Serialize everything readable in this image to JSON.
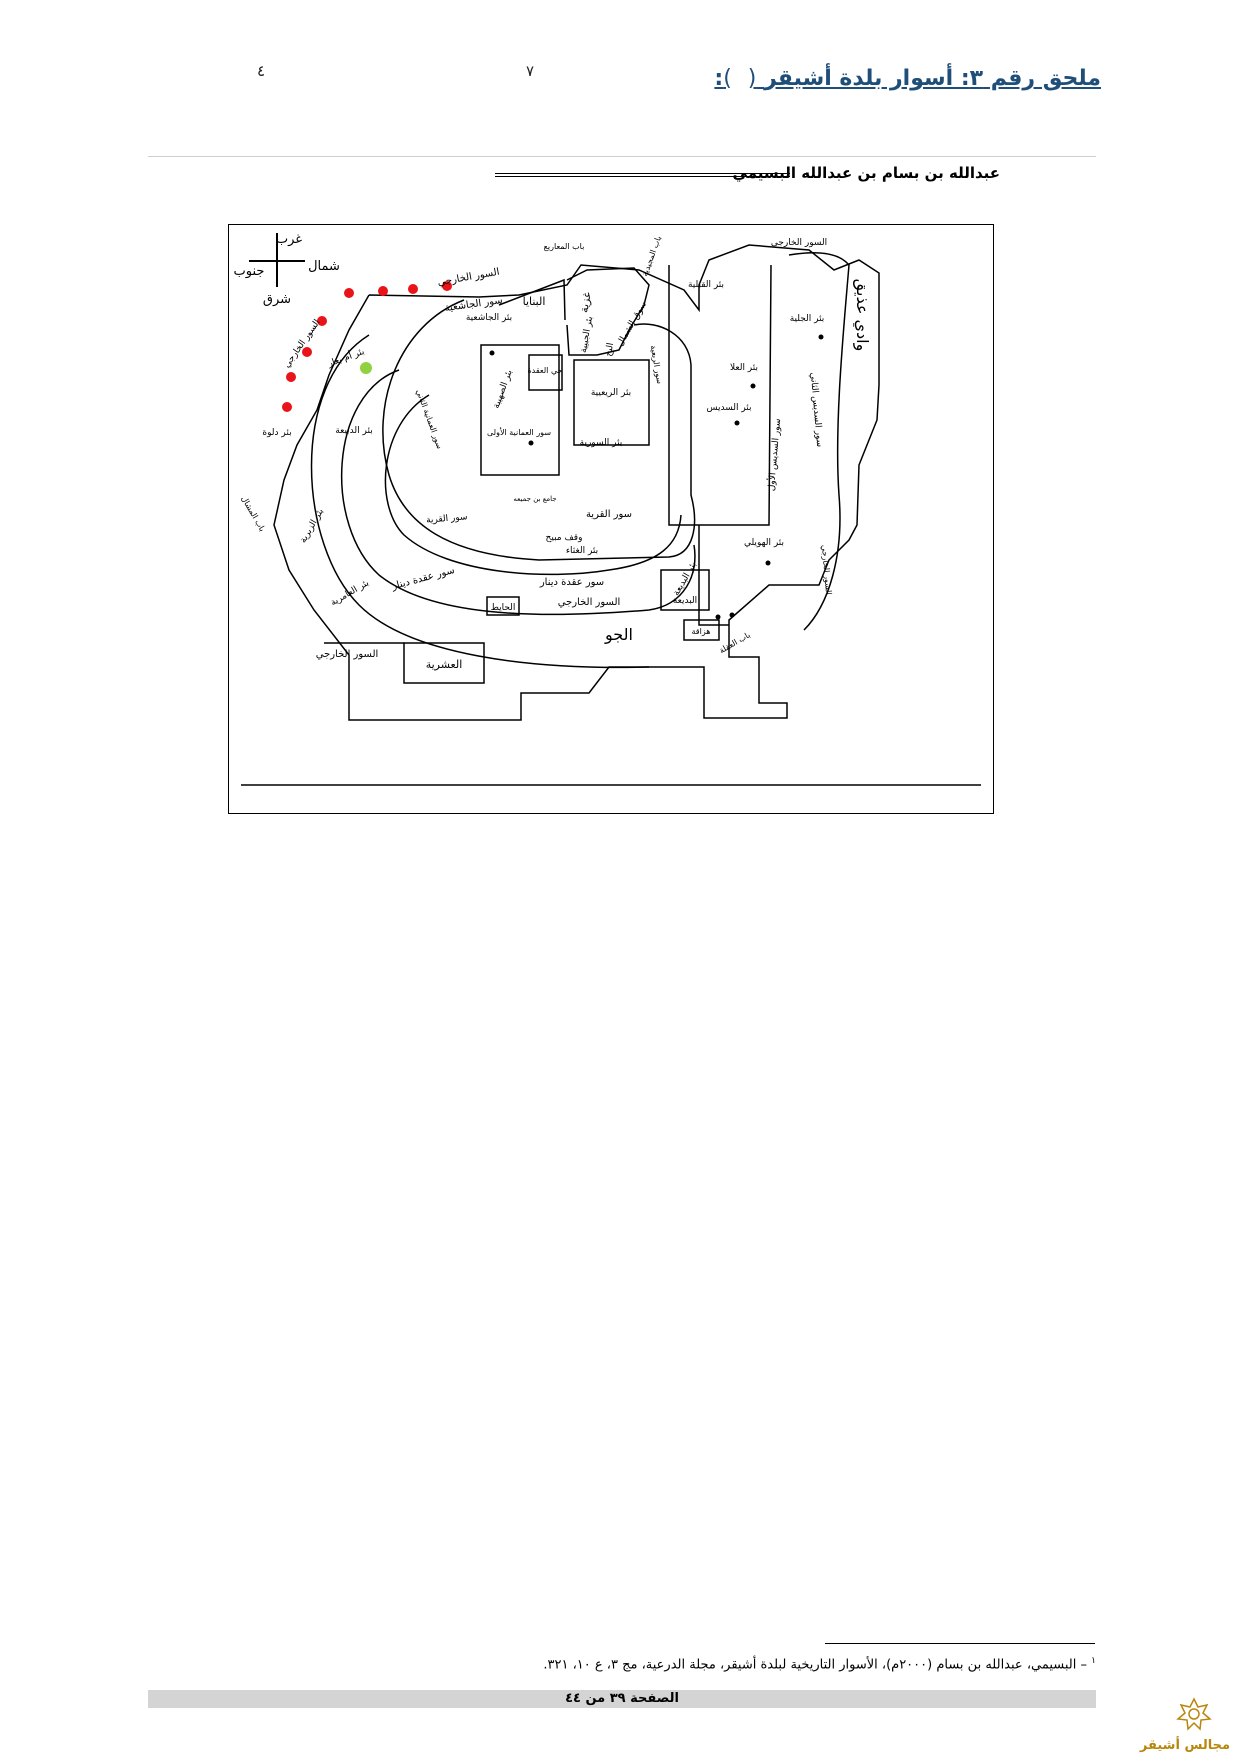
{
  "header": {
    "title": "ملحق رقم ٣: أسوار بلدة أشيقر",
    "footnote_ref_open": "(",
    "footnote_ref_close": ")",
    "colon": ":",
    "mark_right": "٧",
    "mark_left": "٤"
  },
  "author": "عبدالله بن بسام بن عبدالله البسيمي",
  "map": {
    "compass": {
      "west": "غرب",
      "north": "شمال",
      "south": "جنوب",
      "east": "شرق"
    },
    "labels": {
      "bab_almarakib": "باب المعاريع",
      "bab_top": "باب المجيدية",
      "outer_wall_right": "السور الخارجي",
      "albanaya": "البنايا",
      "ghazzia": "غزية",
      "sur_aljasheia": "سور الجاشعية",
      "bir_aljasheia": "بئر الجاشعية",
      "bir_aljubaiya": "بئر الجبيية",
      "albukh": "البخ",
      "sur_alshamal": "سوق الشمال",
      "hayy_aluqda": "حي العقدة",
      "bir_alsuhaibah": "بئر الصهيبة",
      "sur_alumaniya_1": "سور العمانية الأولى",
      "sur_alumaniya_2": "سور العمانية الثاني",
      "bir_ubayd": "بئر أم بعار",
      "outer_wall_left": "السور الخارجي",
      "bir_duluwa": "بئر دلوة",
      "bir_aldubaiya": "بئر الدبيعة",
      "bir_alriyadiya": "بئر الريعيية",
      "sur_alriyadiya": "سور الربعية",
      "bir_alsuriya": "بئر السورية",
      "jami": "جامع بن جميعه",
      "sur_alqarya_1": "سور القرية",
      "sur_alqarya_2": "سور القرية",
      "waqf_mubayyah": "وقف مبيح",
      "bir_alghathaa": "بئر الغثاء",
      "bab_almeshal": "باب المشال",
      "bir_alzabriya": "بئر الزبرية",
      "sur_aqda_dinar_1": "سور عقدة دينار",
      "sur_aqda_dinar_2": "سور عقدة دينار",
      "bir_alamiriya": "بئر العامرية",
      "alhayit": "الحايط",
      "sur_kharji_bottom": "السور الخارجي",
      "aljaw": "الجو",
      "alashriya": "العشرية",
      "sur_kharji_bottom_left": "السور الخارجي",
      "albadia": "البديعة",
      "bir_albadia": "بئر البديعة",
      "hazaqa": "هزاقة",
      "bab_aluqla": "باب العقلة",
      "bir_alqibliya": "بئر القبلية",
      "sur_kharji_top_right": "السور الخارجي",
      "bir_aljaliya": "بئر الجلية",
      "bir_alula": "بئر العلا",
      "bir_alsudais": "بئر السديس",
      "sur_alsudais_1": "سور السديس الأول",
      "sur_alsudais_2": "سور السديس الثاني",
      "bir_alhuwaili": "بئر الهويلي",
      "sur_kharji_far_right": "السور الخارجي",
      "wadi_athq": "وادي عذيق"
    },
    "markers": {
      "red_color": "#e8141a",
      "green_color": "#8fd13f"
    }
  },
  "footnote": {
    "ref": "١",
    "text": "– البسيمي، عبدالله بن بسام (٢٠٠٠م)، الأسوار التاريخية لبلدة أشيقر، مجلة الدرعية، مج ٣، ع ١٠، ٣٢١."
  },
  "footer": {
    "page_label": "الصفحة ٣٩ من ٤٤"
  },
  "logo": {
    "caption": "مجالس أشيقر",
    "color": "#b8860b"
  },
  "colors": {
    "heading": "#1f4e79",
    "footer_band": "#d4d4d4"
  }
}
